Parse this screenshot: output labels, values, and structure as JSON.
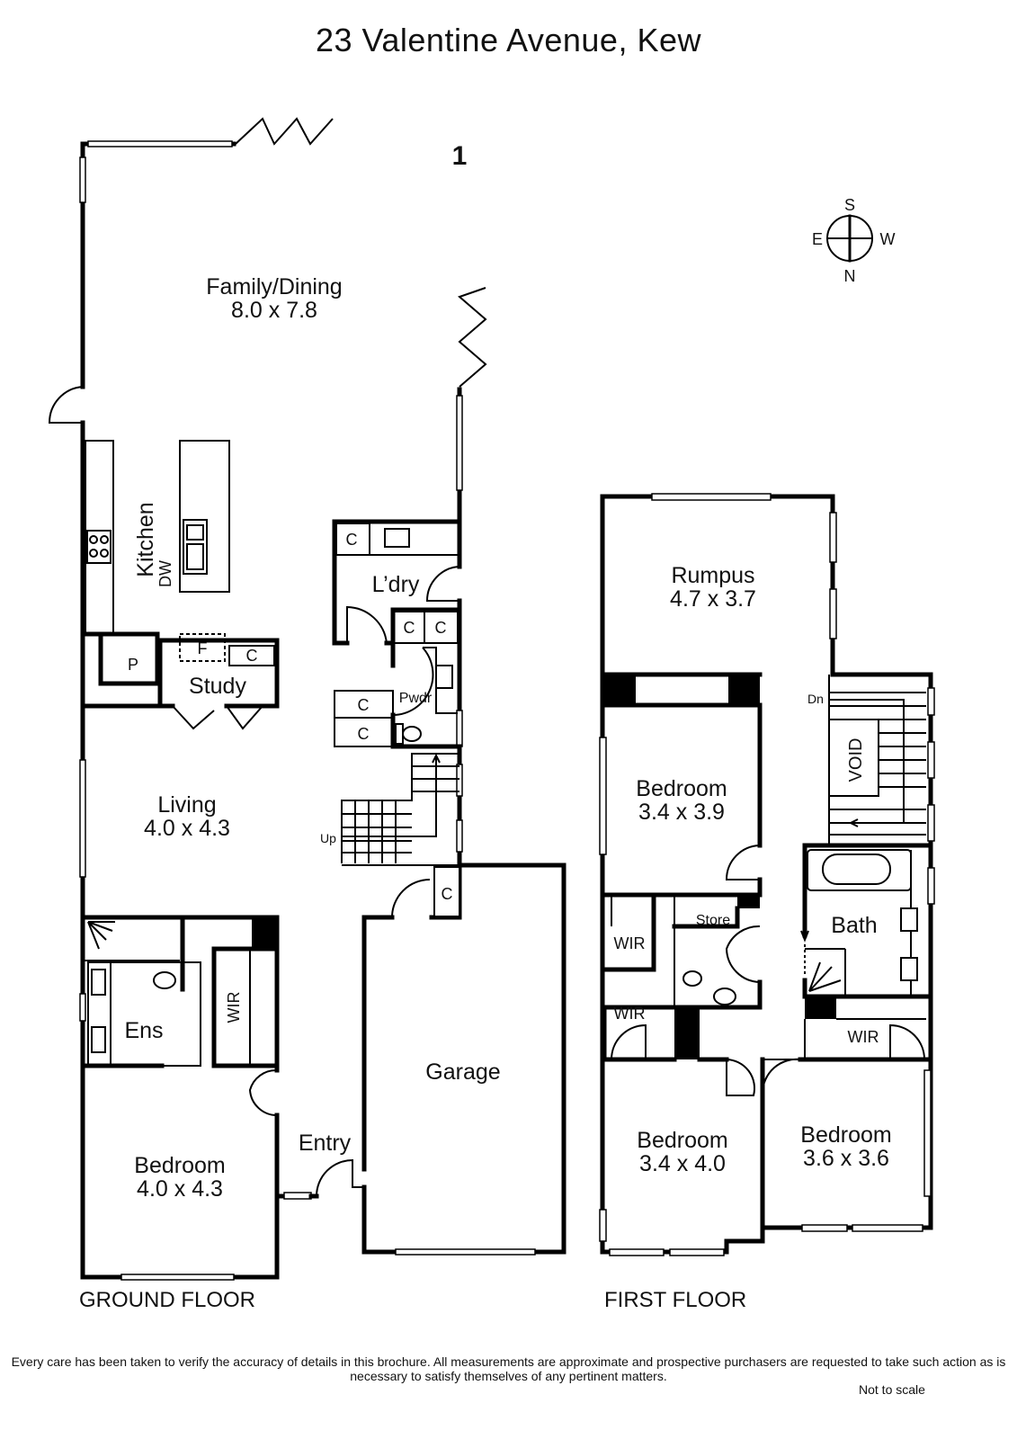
{
  "title": "23 Valentine Avenue, Kew",
  "level_marker": "1",
  "compass": {
    "s": "S",
    "e": "E",
    "w": "W",
    "n": "N"
  },
  "ground_floor": {
    "label": "GROUND FLOOR",
    "rooms": {
      "family_dining": {
        "name": "Family/Dining",
        "size": "8.0 x 7.8"
      },
      "kitchen": {
        "name": "Kitchen"
      },
      "dw": "DW",
      "pantry": "P",
      "fridge": "F",
      "study": {
        "name": "Study"
      },
      "laundry": {
        "name": "L’dry"
      },
      "powder": {
        "name": "Pwdr"
      },
      "cupboard": "C",
      "living": {
        "name": "Living",
        "size": "4.0 x 4.3"
      },
      "up": "Up",
      "ensuite": {
        "name": "Ens"
      },
      "wir": "WIR",
      "bedroom": {
        "name": "Bedroom",
        "size": "4.0 x 4.3"
      },
      "entry": {
        "name": "Entry"
      },
      "garage": {
        "name": "Garage"
      }
    }
  },
  "first_floor": {
    "label": "FIRST FLOOR",
    "rooms": {
      "rumpus": {
        "name": "Rumpus",
        "size": "4.7 x 3.7"
      },
      "bedroom1": {
        "name": "Bedroom",
        "size": "3.4 x 3.9"
      },
      "dn": "Dn",
      "void": "VOID",
      "bath": {
        "name": "Bath"
      },
      "store": "Store",
      "wir": "WIR",
      "bedroom2": {
        "name": "Bedroom",
        "size": "3.4 x 4.0"
      },
      "bedroom3": {
        "name": "Bedroom",
        "size": "3.6 x 3.6"
      }
    }
  },
  "disclaimer": "Every care has been taken to verify the accuracy of details in this brochure.  All measurements are approximate and prospective purchasers are requested to take such action as is necessary to satisfy themselves of any pertinent matters.",
  "not_to_scale": "Not to scale"
}
